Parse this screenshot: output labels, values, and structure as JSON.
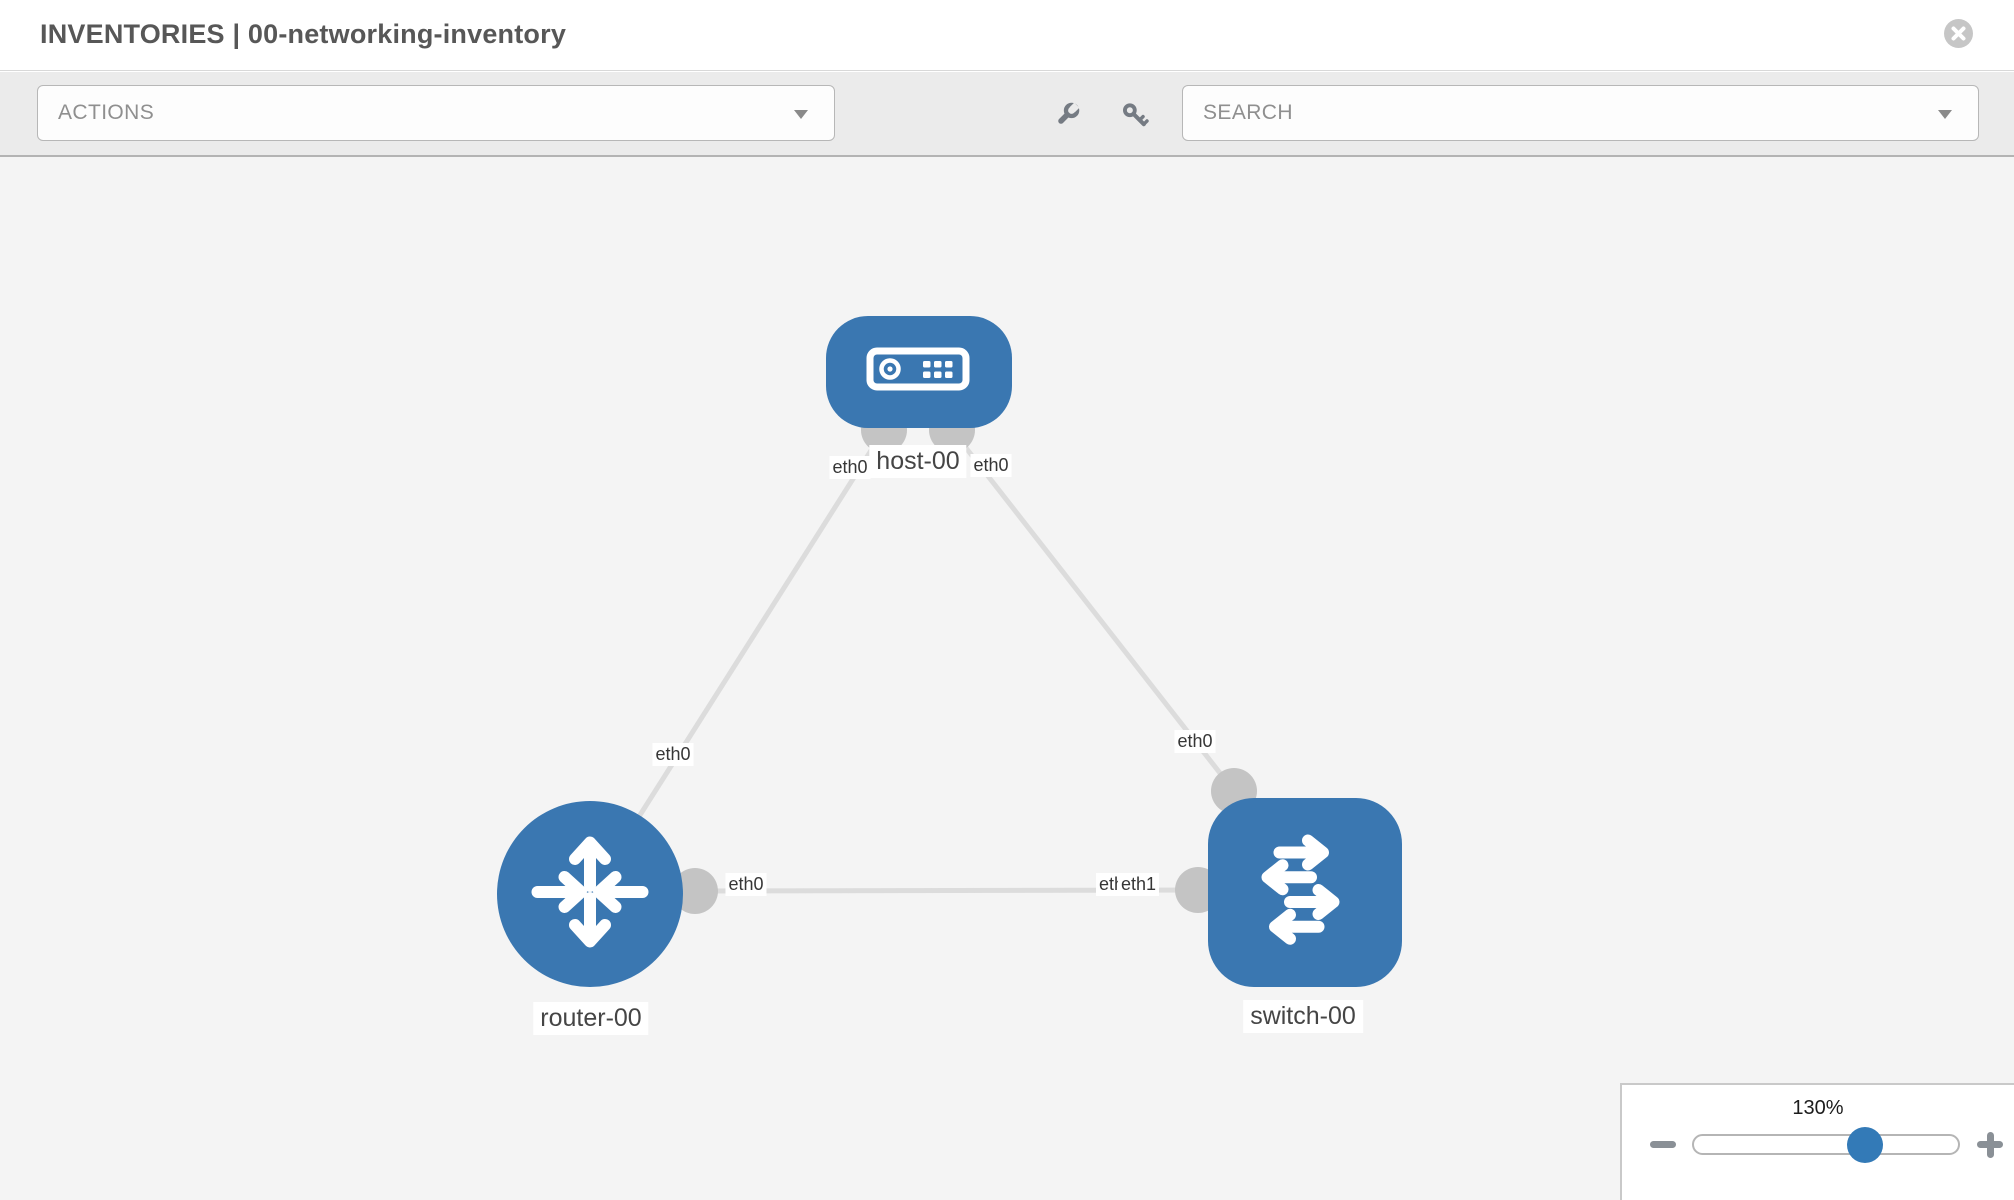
{
  "header": {
    "title": "INVENTORIES | 00-networking-inventory"
  },
  "toolbar": {
    "actions_dropdown": {
      "label": "ACTIONS"
    },
    "search_dropdown": {
      "label": "SEARCH"
    },
    "icons": [
      "wrench",
      "key"
    ]
  },
  "topology": {
    "nodes": {
      "host": {
        "label": "host-00",
        "type": "host"
      },
      "router": {
        "label": "router-00",
        "type": "router"
      },
      "switch": {
        "label": "switch-00",
        "type": "switch"
      }
    },
    "links": [
      {
        "from": "host-00",
        "from_iface": "eth0",
        "to": "router-00",
        "to_iface": "eth0"
      },
      {
        "from": "host-00",
        "from_iface": "eth0",
        "to": "switch-00",
        "to_iface": "eth0"
      },
      {
        "from": "router-00",
        "from_iface": "eth0",
        "to": "switch-00",
        "to_iface": "eth1"
      }
    ],
    "iface_labels": {
      "host_to_router": "eth0",
      "host_to_switch": "eth0",
      "router_uplink": "eth0",
      "router_lan": "eth0",
      "switch_uplink": "eth0",
      "switch_lan_a": "eth0",
      "switch_lan_b": "eth1"
    }
  },
  "zoom_control": {
    "level": "130%",
    "minus_icon": "minus",
    "plus_icon": "plus"
  },
  "colors": {
    "node_blue": "#3a77b1",
    "slider_knob_blue": "#337ab7",
    "link_gray": "#dcdcdc",
    "port_gray": "#c4c4c4",
    "canvas_bg": "#f4f4f4",
    "toolbar_bg": "#ebebeb"
  }
}
